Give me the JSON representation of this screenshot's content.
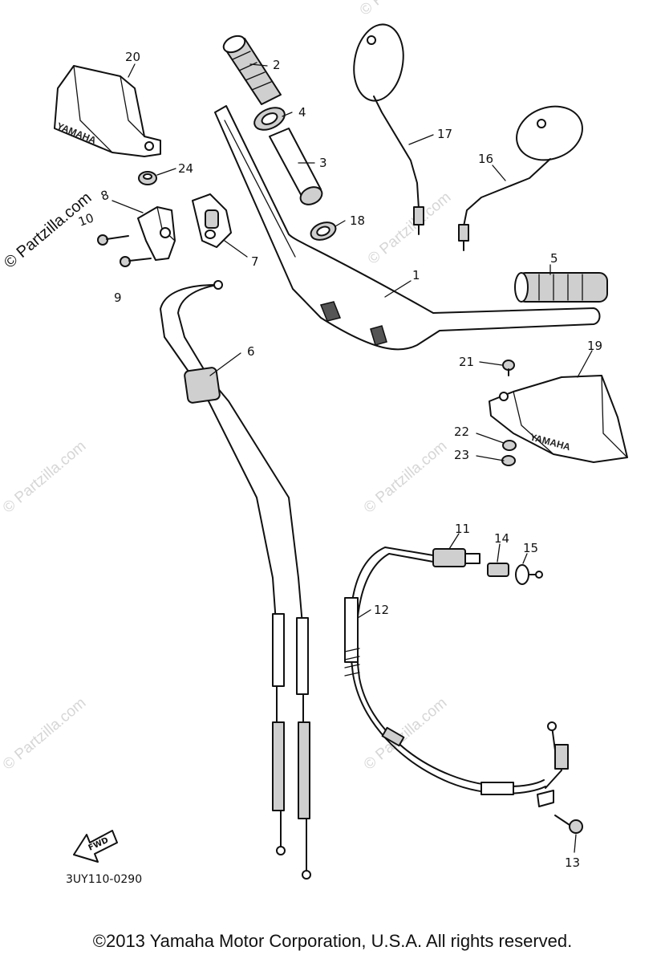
{
  "watermark": "© Partzilla.com",
  "brand_text": "YAMAHA",
  "fwd_label": "FWD",
  "diagram_code": "3UY110-0290",
  "copyright": "©2013 Yamaha Motor Corporation, U.S.A. All rights reserved.",
  "callouts": {
    "c1": "1",
    "c2": "2",
    "c3": "3",
    "c4": "4",
    "c5": "5",
    "c6": "6",
    "c7": "7",
    "c8": "8",
    "c9": "9",
    "c10": "10",
    "c11": "11",
    "c12": "12",
    "c13": "13",
    "c14": "14",
    "c15": "15",
    "c16": "16",
    "c17": "17",
    "c18": "18",
    "c19": "19",
    "c20": "20",
    "c21": "21",
    "c22": "22",
    "c23": "23",
    "c24": "24"
  }
}
